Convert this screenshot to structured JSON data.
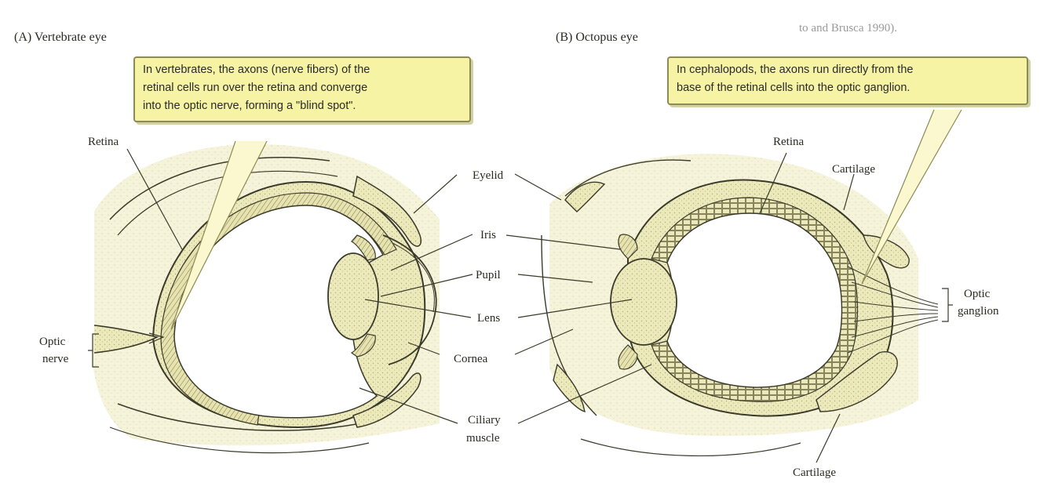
{
  "header_fragment": "to and Brusca 1990).",
  "panels": [
    {
      "label": "(A) Vertebrate eye",
      "callout": [
        "In vertebrates, the axons (nerve fibers) of the",
        "retinal cells run over the retina and converge",
        "into the optic nerve, forming a \"blind spot\"."
      ]
    },
    {
      "label": "(B) Octopus eye",
      "callout": [
        "In cephalopods, the axons run directly from the",
        "base of the retinal cells into the optic ganglion."
      ]
    }
  ],
  "labels": {
    "retina_a": "Retina",
    "optic_nerve": [
      "Optic",
      "nerve"
    ],
    "eyelid": "Eyelid",
    "iris": "Iris",
    "pupil": "Pupil",
    "lens": "Lens",
    "cornea": "Cornea",
    "ciliary_muscle": [
      "Ciliary",
      "muscle"
    ],
    "retina_b": "Retina",
    "cartilage_top": "Cartilage",
    "cartilage_bottom": "Cartilage",
    "optic_ganglion": [
      "Optic",
      "ganglion"
    ]
  },
  "colors": {
    "callout_fill": "#f7f3a4",
    "callout_border": "#8c8a55",
    "drawing_tint": "#e4e0a6",
    "stroke": "#3a3a2a"
  }
}
